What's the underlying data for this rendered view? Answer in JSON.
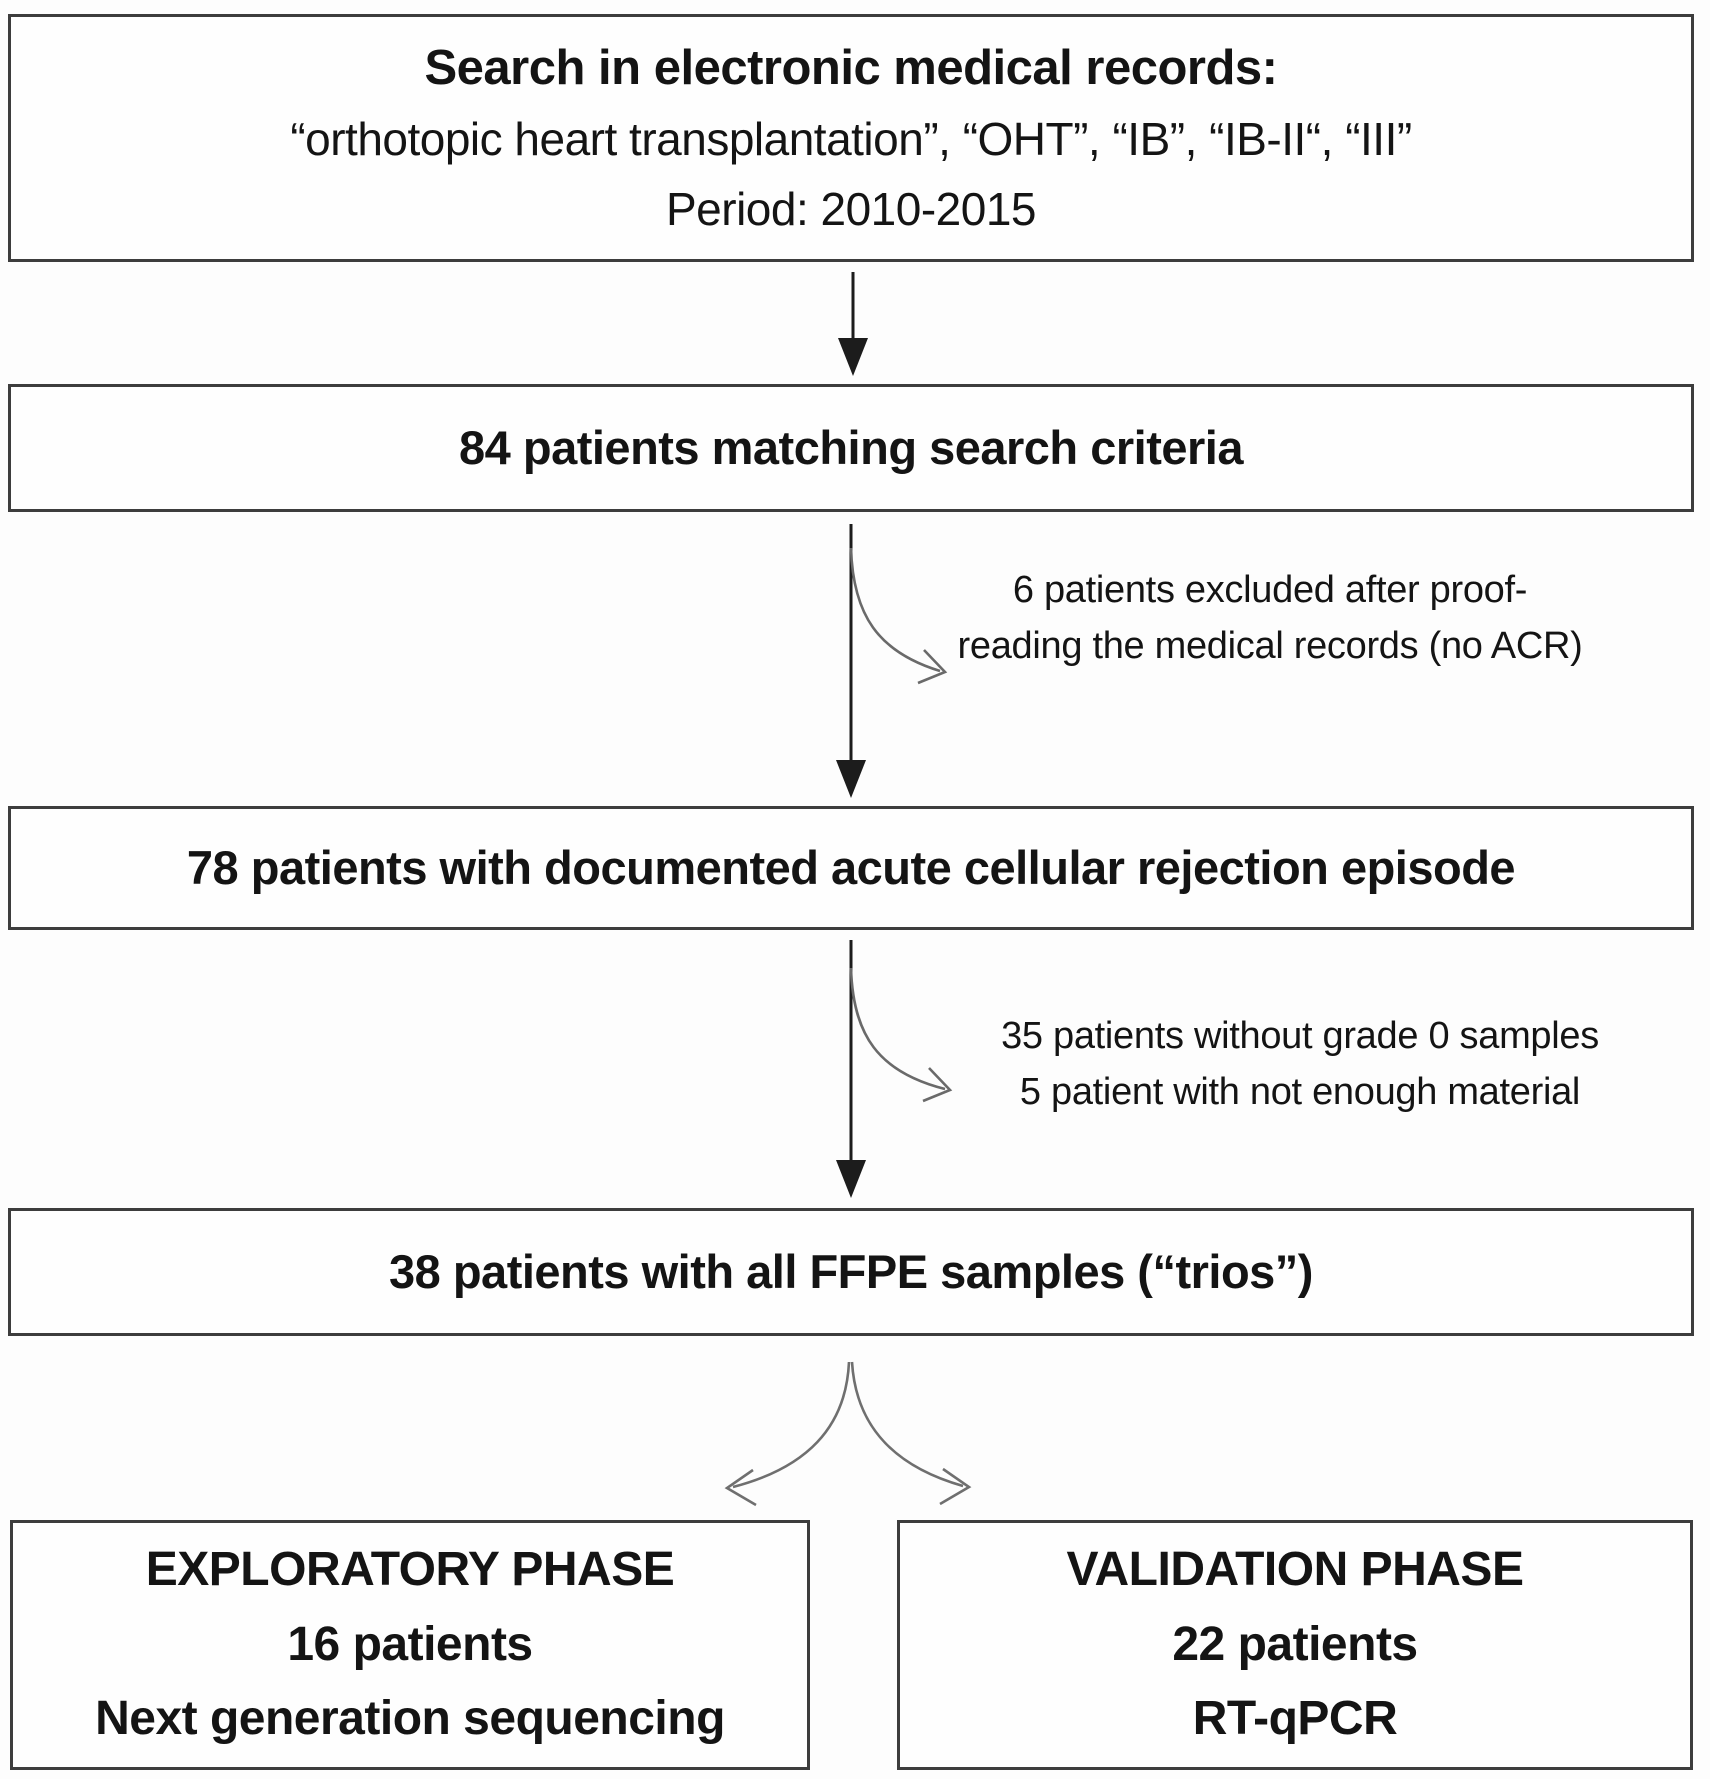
{
  "figure": {
    "search_box": {
      "title": "Search in electronic medical records:",
      "keywords": "“orthotopic heart transplantation”, “OHT”, “IB”, “IB-II“, “III”",
      "period": "Period: 2010-2015"
    },
    "matching_box": {
      "label": "84 patients matching search criteria"
    },
    "exclusion_first": {
      "line1": "6 patients excluded after proof-",
      "line2": "reading the medical records (no ACR)"
    },
    "acr_box": {
      "label": "78 patients with documented acute cellular rejection episode"
    },
    "exclusion_second": {
      "line1": "35 patients without grade 0 samples",
      "line2": "5 patient with not enough material"
    },
    "trios_box": {
      "label": "38 patients with all FFPE samples (“trios”)"
    },
    "exploratory_box": {
      "line1": "EXPLORATORY PHASE",
      "line2": "16 patients",
      "line3": "Next generation sequencing"
    },
    "validation_box": {
      "line1": "VALIDATION PHASE",
      "line2": "22 patients",
      "line3": "RT-qPCR"
    }
  },
  "colors": {
    "box_border": "#3d3d3d",
    "text": "#141414",
    "main_arrow": "#1c1c1c",
    "branch_arrow": "#6a6a6a",
    "background": "#fdfdfd"
  }
}
